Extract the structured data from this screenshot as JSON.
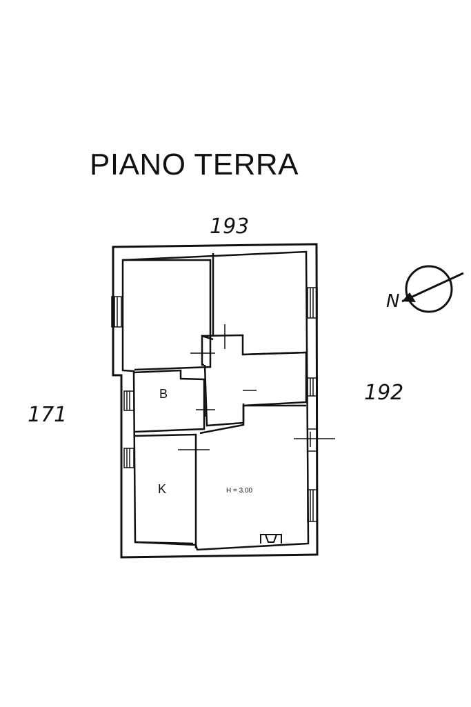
{
  "plan": {
    "title": "PIANO TERRA",
    "parcel_north": "193",
    "parcel_west": "171",
    "parcel_east": "192",
    "north_label": "N",
    "rooms": {
      "bathroom": "B",
      "kitchen": "K"
    },
    "ceiling_height": "H = 3.00"
  },
  "colors": {
    "ink": "#111111",
    "paper": "#ffffff"
  }
}
